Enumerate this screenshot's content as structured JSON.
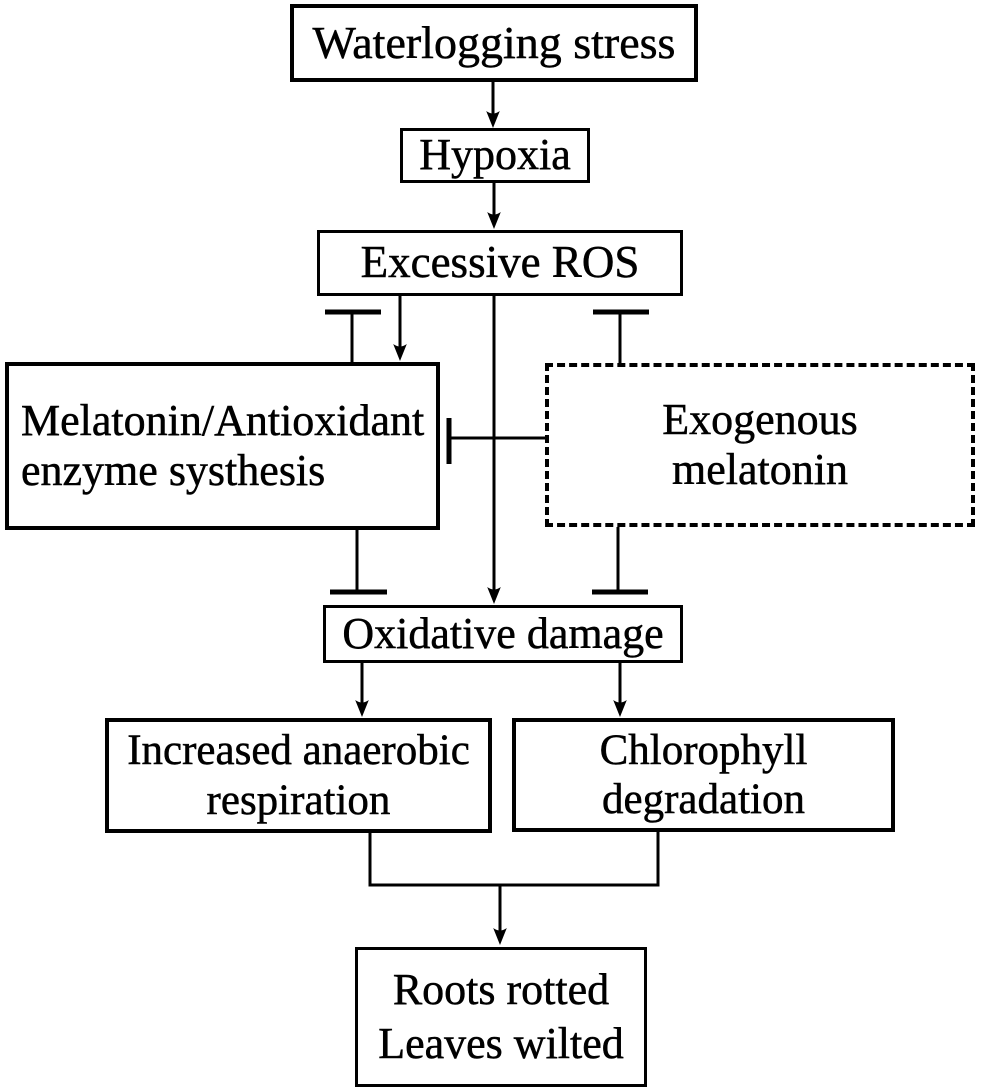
{
  "nodes": {
    "waterlogging": {
      "label": "Waterlogging stress"
    },
    "hypoxia": {
      "label": "Hypoxia"
    },
    "excessive_ros": {
      "label": "Excessive ROS"
    },
    "melatonin_synthesis": {
      "label": "Melatonin/Antioxidant\nenzyme systhesis"
    },
    "exogenous_melatonin": {
      "label": "Exogenous\nmelatonin"
    },
    "oxidative_damage": {
      "label": "Oxidative damage"
    },
    "anaerobic_respiration": {
      "label": "Increased anaerobic\nrespiration"
    },
    "chlorophyll_degradation": {
      "label": "Chlorophyll\ndegradation"
    },
    "outcome": {
      "label": "Roots rotted\nLeaves wilted"
    }
  },
  "edges": [
    {
      "from": "waterlogging",
      "to": "hypoxia",
      "type": "arrow"
    },
    {
      "from": "hypoxia",
      "to": "excessive_ros",
      "type": "arrow"
    },
    {
      "from": "excessive_ros",
      "to": "melatonin_synthesis",
      "type": "arrow"
    },
    {
      "from": "melatonin_synthesis",
      "to": "excessive_ros",
      "type": "inhibition"
    },
    {
      "from": "exogenous_melatonin",
      "to": "excessive_ros",
      "type": "inhibition"
    },
    {
      "from": "excessive_ros",
      "to": "oxidative_damage",
      "type": "arrow"
    },
    {
      "from": "exogenous_melatonin",
      "to": "melatonin_synthesis",
      "type": "inhibition"
    },
    {
      "from": "melatonin_synthesis",
      "to": "oxidative_damage",
      "type": "inhibition"
    },
    {
      "from": "exogenous_melatonin",
      "to": "oxidative_damage",
      "type": "inhibition"
    },
    {
      "from": "oxidative_damage",
      "to": "anaerobic_respiration",
      "type": "arrow"
    },
    {
      "from": "oxidative_damage",
      "to": "chlorophyll_degradation",
      "type": "arrow"
    },
    {
      "from": "anaerobic_respiration",
      "to": "outcome",
      "type": "merged-arrow"
    },
    {
      "from": "chlorophyll_degradation",
      "to": "outcome",
      "type": "merged-arrow"
    }
  ],
  "colors": {
    "line": "#000000",
    "background": "#ffffff",
    "box_fill": "#ffffff"
  },
  "styles": {
    "exogenous_melatonin_border": "dashed",
    "default_border": "solid"
  }
}
